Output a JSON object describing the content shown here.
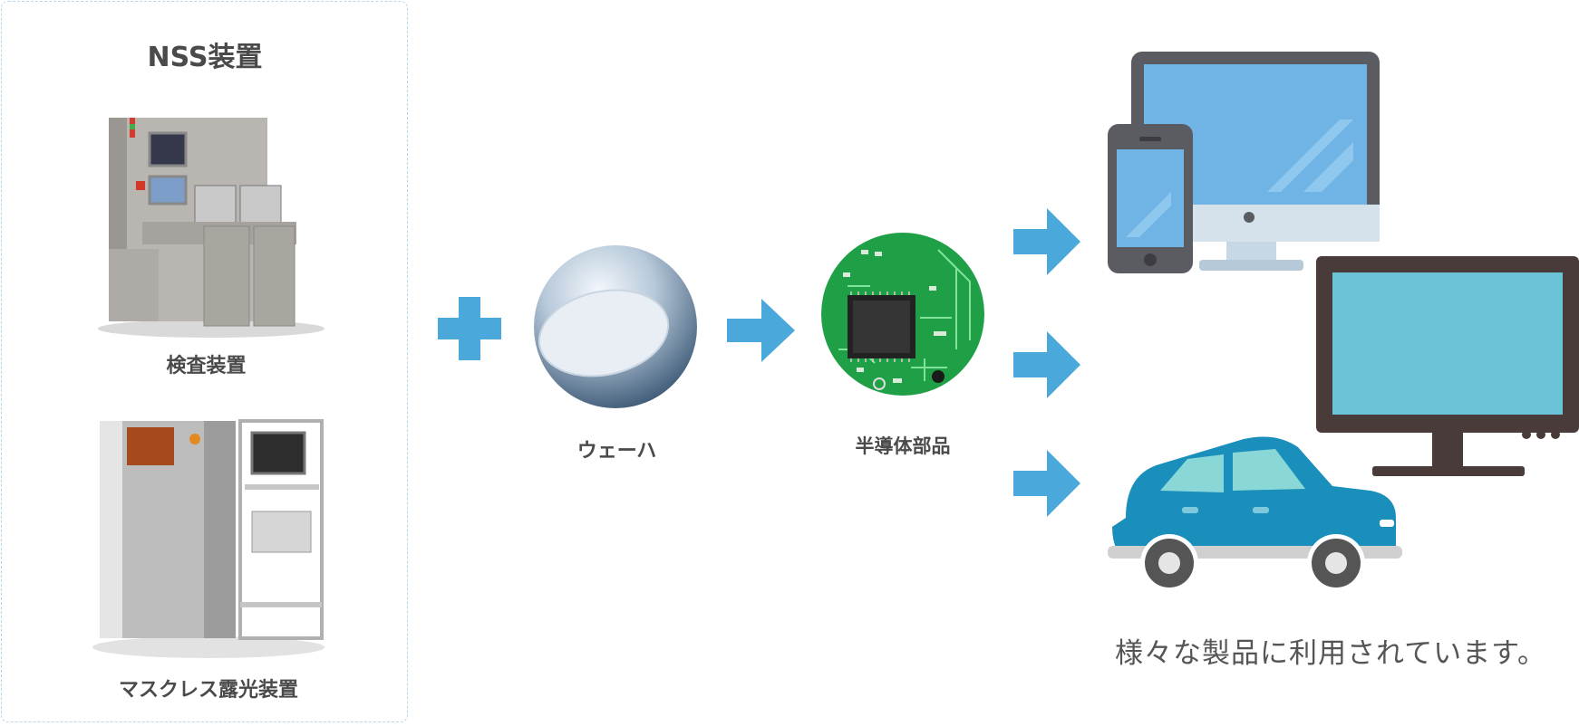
{
  "panel": {
    "title": "NSS装置",
    "machines": [
      {
        "label": "検査装置"
      },
      {
        "label": "マスクレス露光装置"
      }
    ]
  },
  "flow": {
    "wafer_label": "ウェーハ",
    "chip_label": "半導体部品"
  },
  "products": {
    "caption": "様々な製品に利用されています。"
  },
  "colors": {
    "arrow": "#4ba8da",
    "monitor_screen": "#6fb4e4",
    "tv_frame": "#4a3b3b",
    "tv_screen": "#6ac3d6",
    "car": "#1a8fbc",
    "pcb": "#1fa046",
    "panel_border": "#b9d6ea"
  }
}
